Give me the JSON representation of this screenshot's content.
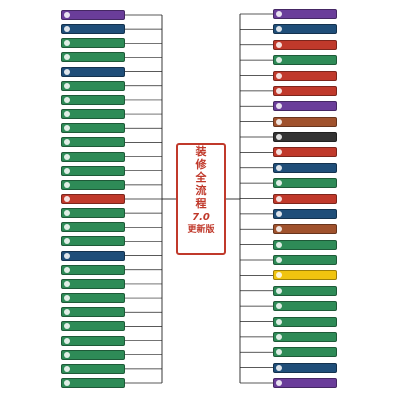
{
  "title": {
    "chars": [
      "装",
      "修",
      "全",
      "流",
      "程"
    ],
    "version": "7.0",
    "subtitle": "更新版"
  },
  "left_items": [
    {
      "label": "",
      "color": "#6a3d9a"
    },
    {
      "label": "",
      "color": "#1f4e79"
    },
    {
      "label": "",
      "color": "#2e8b57"
    },
    {
      "label": "",
      "color": "#2e8b57"
    },
    {
      "label": "",
      "color": "#1f4e79"
    },
    {
      "label": "",
      "color": "#2e8b57"
    },
    {
      "label": "",
      "color": "#2e8b57"
    },
    {
      "label": "",
      "color": "#2e8b57"
    },
    {
      "label": "",
      "color": "#2e8b57"
    },
    {
      "label": "",
      "color": "#2e8b57"
    },
    {
      "label": "",
      "color": "#2e8b57"
    },
    {
      "label": "",
      "color": "#2e8b57"
    },
    {
      "label": "",
      "color": "#2e8b57"
    },
    {
      "label": "",
      "color": "#c0392b"
    },
    {
      "label": "",
      "color": "#2e8b57"
    },
    {
      "label": "",
      "color": "#2e8b57"
    },
    {
      "label": "",
      "color": "#2e8b57"
    },
    {
      "label": "",
      "color": "#1f4e79"
    },
    {
      "label": "",
      "color": "#2e8b57"
    },
    {
      "label": "",
      "color": "#2e8b57"
    },
    {
      "label": "",
      "color": "#2e8b57"
    },
    {
      "label": "",
      "color": "#2e8b57"
    },
    {
      "label": "",
      "color": "#2e8b57"
    },
    {
      "label": "",
      "color": "#2e8b57"
    },
    {
      "label": "",
      "color": "#2e8b57"
    },
    {
      "label": "",
      "color": "#2e8b57"
    },
    {
      "label": "",
      "color": "#2e8b57"
    }
  ],
  "right_items": [
    {
      "label": "",
      "color": "#6a3d9a"
    },
    {
      "label": "",
      "color": "#1f4e79"
    },
    {
      "label": "",
      "color": "#c0392b"
    },
    {
      "label": "",
      "color": "#2e8b57"
    },
    {
      "label": "",
      "color": "#c0392b"
    },
    {
      "label": "",
      "color": "#c0392b"
    },
    {
      "label": "",
      "color": "#6a3d9a"
    },
    {
      "label": "",
      "color": "#a0522d"
    },
    {
      "label": "",
      "color": "#333333"
    },
    {
      "label": "",
      "color": "#c0392b"
    },
    {
      "label": "",
      "color": "#1f4e79"
    },
    {
      "label": "",
      "color": "#2e8b57"
    },
    {
      "label": "",
      "color": "#c0392b"
    },
    {
      "label": "",
      "color": "#1f4e79"
    },
    {
      "label": "",
      "color": "#a0522d"
    },
    {
      "label": "",
      "color": "#2e8b57"
    },
    {
      "label": "",
      "color": "#2e8b57"
    },
    {
      "label": "",
      "color": "#f1c40f"
    },
    {
      "label": "",
      "color": "#2e8b57"
    },
    {
      "label": "",
      "color": "#2e8b57"
    },
    {
      "label": "",
      "color": "#2e8b57"
    },
    {
      "label": "",
      "color": "#2e8b57"
    },
    {
      "label": "",
      "color": "#2e8b57"
    },
    {
      "label": "",
      "color": "#1f4e79"
    },
    {
      "label": "",
      "color": "#6a3d9a"
    }
  ],
  "line_color": "#222222"
}
